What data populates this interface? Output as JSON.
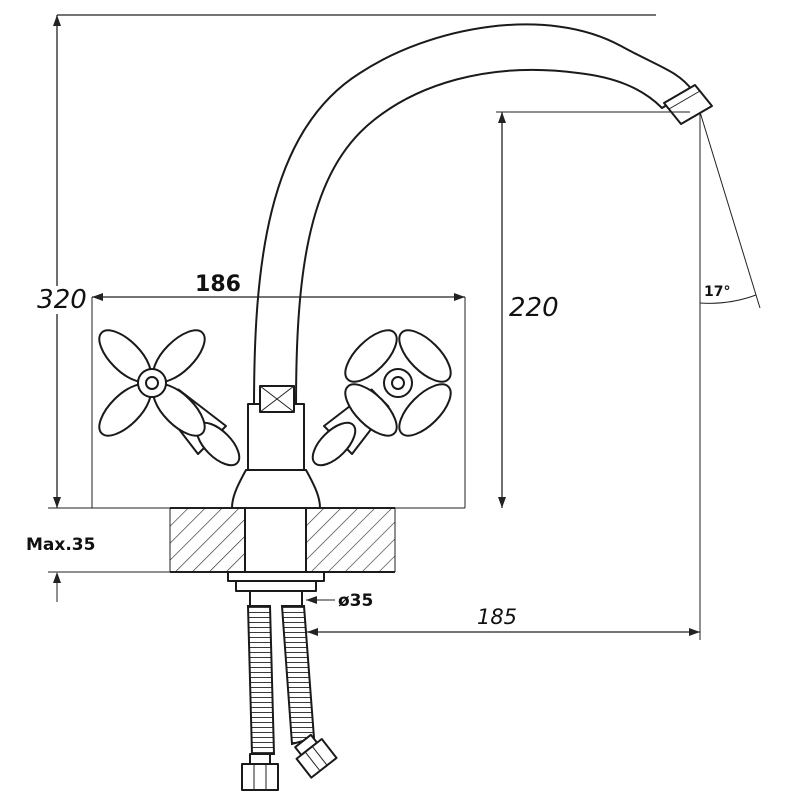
{
  "title": "Kitchen faucet dimensional drawing",
  "colors": {
    "line": "#1a1a1a",
    "background": "#ffffff"
  },
  "labels": {
    "total_height": "320",
    "handle_span": "186",
    "spout_height": "220",
    "spout_angle": "17°",
    "max_counter_thickness": "Max.35",
    "hole_diameter": "ø35",
    "spout_reach": "185"
  }
}
